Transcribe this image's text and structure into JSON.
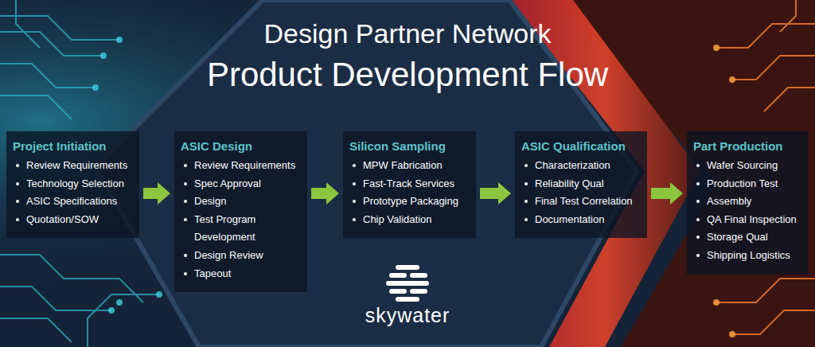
{
  "diagram": {
    "title": "Product Development Flow",
    "nodes": [
      {
        "text": [
          "Project Initiation",
          "Review Requirements",
          "Technology Selection",
          "ASIC Specifications",
          "Quotation/SOW"
        ]
      },
      {
        "text": [
          "ASIC Design",
          "Review Requirements",
          "Spec Approval",
          "Design",
          "Test Program Development",
          "Design Review",
          "Tapeout"
        ]
      },
      {
        "text": [
          "Silicon Sampling",
          "MPW Fabrication",
          "Fast-Track Services",
          "Prototype Packaging",
          "Chip Validation"
        ]
      },
      {
        "text": [
          "ASIC Qualification",
          "Characterization",
          "Reliability Qual",
          "Final Test Correlation",
          "Documentation"
        ]
      },
      {
        "text": [
          "Part Production",
          "Wafer Sourcing",
          "Production Test",
          "Assembly",
          "QA Final Inspection",
          "Storage Qual",
          "Shipping Logistics"
        ]
      }
    ],
    "edges": [
      {
        "from": 0,
        "to": 1,
        "arrow": "to"
      },
      {
        "from": 1,
        "to": 2,
        "arrow": "to"
      },
      {
        "from": 2,
        "to": 3,
        "arrow": "to"
      },
      {
        "from": 3,
        "to": 4,
        "arrow": "to"
      }
    ],
    "labels": [
      "Design Partner Network",
      "skywater"
    ]
  }
}
